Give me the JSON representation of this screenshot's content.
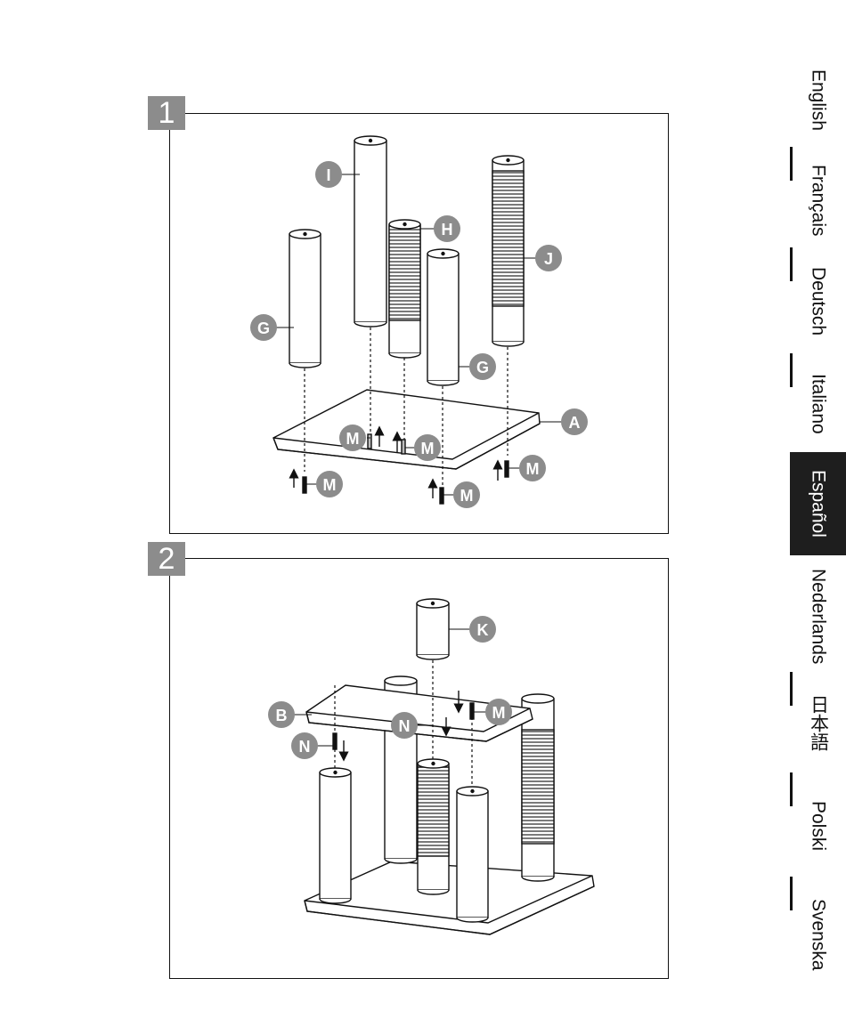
{
  "steps": [
    {
      "number": "1"
    },
    {
      "number": "2"
    }
  ],
  "step1_callouts": {
    "i": "I",
    "h": "H",
    "g_left": "G",
    "j": "J",
    "g_mid": "G",
    "a": "A",
    "m1": "M",
    "m2": "M",
    "m3": "M",
    "m4": "M",
    "m5": "M"
  },
  "step2_callouts": {
    "k": "K",
    "b": "B",
    "m": "M",
    "n_mid": "N",
    "n_left": "N"
  },
  "languages": [
    {
      "label": "English",
      "active": false
    },
    {
      "label": "Français",
      "active": false
    },
    {
      "label": "Deutsch",
      "active": false
    },
    {
      "label": "Italiano",
      "active": false
    },
    {
      "label": "Español",
      "active": true
    },
    {
      "label": "Nederlands",
      "active": false
    },
    {
      "label": "日本語",
      "active": false
    },
    {
      "label": "Polski",
      "active": false
    },
    {
      "label": "Svenska",
      "active": false
    }
  ],
  "colors": {
    "step_badge": "#8c8c8c",
    "active_tab": "#1e1e1e",
    "callout": "#8c8c8c"
  }
}
